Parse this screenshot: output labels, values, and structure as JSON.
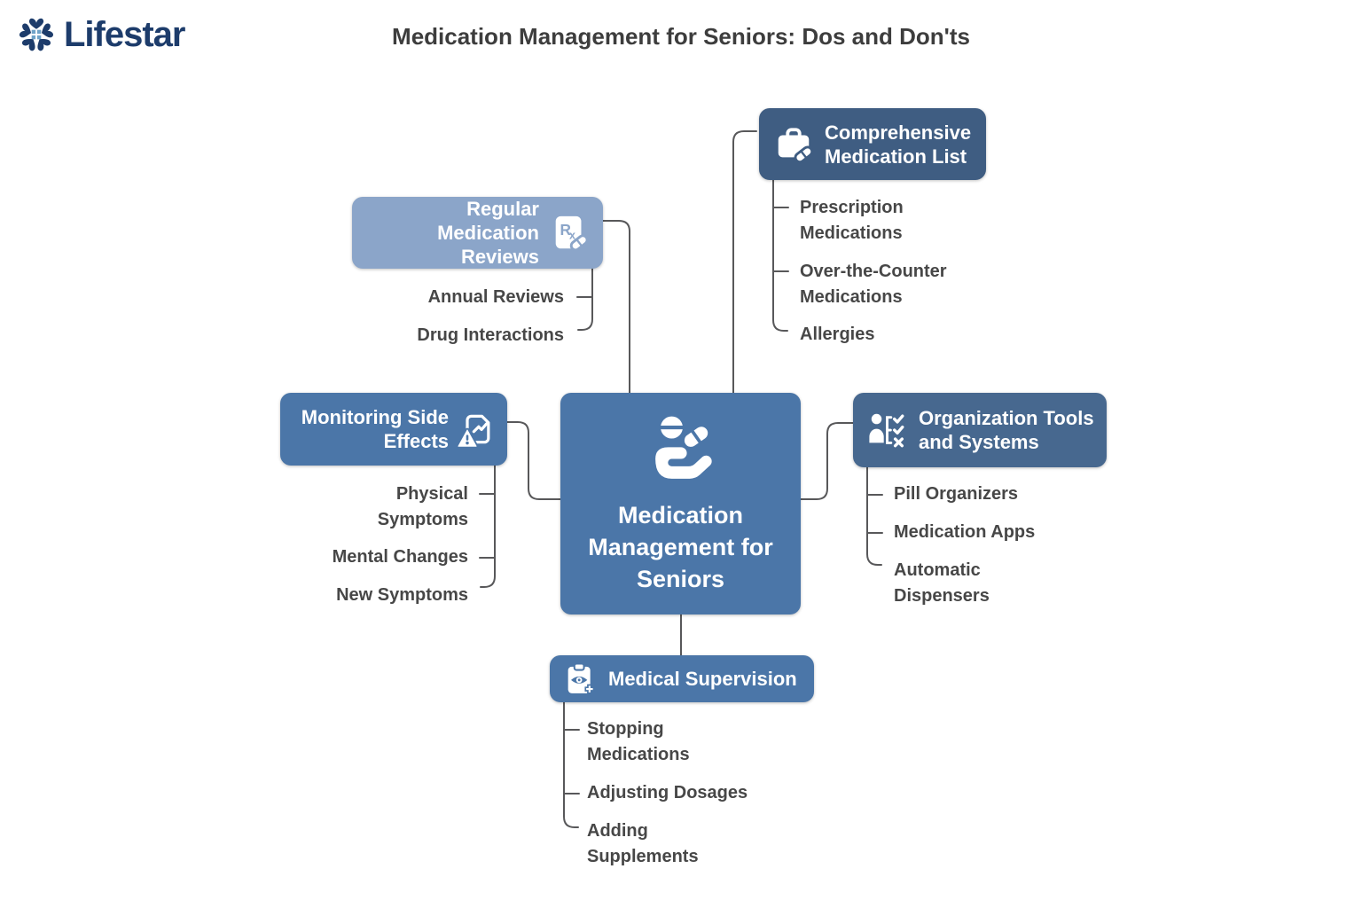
{
  "logo": {
    "text": "Lifestar"
  },
  "title": "Medication Management for Seniors: Dos and Don'ts",
  "colors": {
    "main_node": "#4b76a8",
    "dark_node": "#3f5d82",
    "mid_node": "#47688f",
    "light_node": "#8ba5c9",
    "connector": "#58585a",
    "leaf_text": "#474747",
    "logo_navy": "#1d3c6b",
    "logo_light_blue": "#6fa3c8"
  },
  "center": {
    "label": "Medication\nManagement for\nSeniors",
    "icon": "hand-holding-pills-icon"
  },
  "branches": {
    "comprehensive_list": {
      "label": "Comprehensive\nMedication List",
      "icon": "medical-kit-icon",
      "children": [
        "Prescription\nMedications",
        "Over-the-Counter\nMedications",
        "Allergies"
      ]
    },
    "regular_reviews": {
      "label": "Regular Medication\nReviews",
      "icon": "prescription-rx-icon",
      "children": [
        "Annual Reviews",
        "Drug Interactions"
      ]
    },
    "monitoring_side_effects": {
      "label": "Monitoring Side\nEffects",
      "icon": "report-warning-icon",
      "children": [
        "Physical\nSymptoms",
        "Mental Changes",
        "New Symptoms"
      ]
    },
    "organization_tools": {
      "label": "Organization Tools\nand Systems",
      "icon": "person-checklist-icon",
      "children": [
        "Pill Organizers",
        "Medication Apps",
        "Automatic\nDispensers"
      ]
    },
    "medical_supervision": {
      "label": "Medical Supervision",
      "icon": "clipboard-eye-icon",
      "children": [
        "Stopping\nMedications",
        "Adjusting Dosages",
        "Adding\nSupplements"
      ]
    }
  }
}
